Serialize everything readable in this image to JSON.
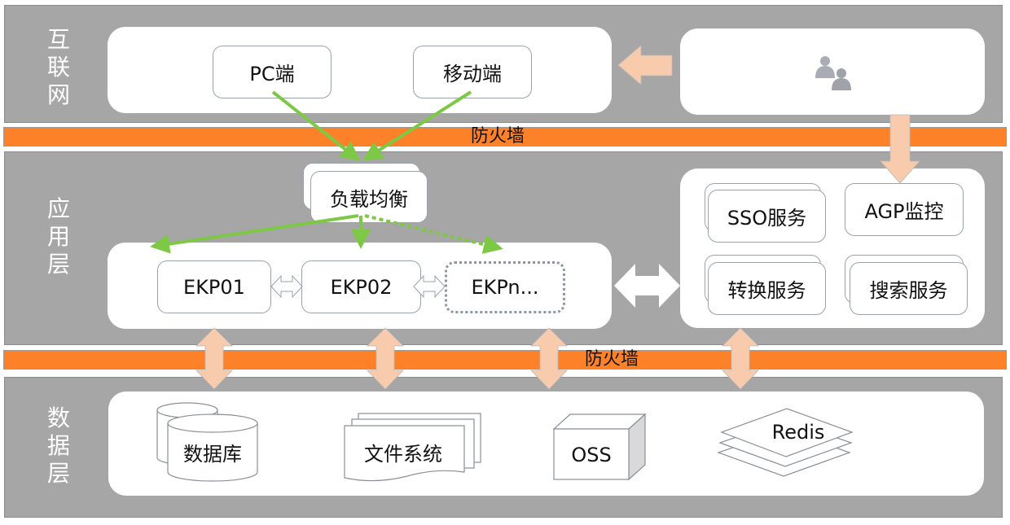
{
  "layers": {
    "internet": {
      "label": "互联网",
      "chars": [
        "互",
        "联",
        "网"
      ]
    },
    "application": {
      "label": "应用层",
      "chars": [
        "应",
        "用",
        "层"
      ]
    },
    "data": {
      "label": "数据层",
      "chars": [
        "数",
        "据",
        "层"
      ]
    }
  },
  "firewalls": [
    {
      "label": "防火墙"
    },
    {
      "label": "防火墙"
    }
  ],
  "internet_nodes": {
    "pc": "PC端",
    "mobile": "移动端",
    "users_icon": "users-icon"
  },
  "app_nodes": {
    "load_balancer": "负载均衡",
    "ekp01": "EKP01",
    "ekp02": "EKP02",
    "ekpn": "EKPn..."
  },
  "services": {
    "sso": "SSO服务",
    "agp": "AGP监控",
    "convert": "转换服务",
    "search": "搜索服务"
  },
  "data_nodes": {
    "database": "数据库",
    "filesystem": "文件系统",
    "oss": "OSS",
    "redis": "Redis"
  },
  "colors": {
    "band": "#a6a6a6",
    "firewall": "#fd8129",
    "flow_arrow": "#7dc845",
    "block_arrow": "#f8cbad"
  }
}
